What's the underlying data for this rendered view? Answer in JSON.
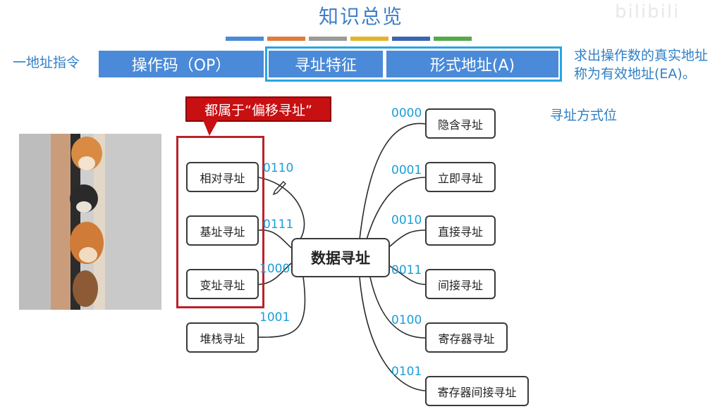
{
  "title": "知识总览",
  "watermark": "bilibili",
  "color_bar": [
    "#4a8ad8",
    "#e07b3a",
    "#9a9a9a",
    "#e3b52c",
    "#3a66b0",
    "#57a84a"
  ],
  "instruction": {
    "label": "一地址指令",
    "fields": [
      "操作码（OP）",
      "寻址特征",
      "形式地址(A)"
    ]
  },
  "right_note": {
    "line1": "求出操作数的真实地址",
    "line2": "称为有效地址(EA)。"
  },
  "addressing_bits_label": "寻址方式位",
  "callout": "都属于“偏移寻址”",
  "center_node": "数据寻址",
  "left_modes": [
    {
      "label": "相对寻址",
      "code": "0110"
    },
    {
      "label": "基址寻址",
      "code": "0111"
    },
    {
      "label": "变址寻址",
      "code": "1000"
    },
    {
      "label": "堆栈寻址",
      "code": "1001"
    }
  ],
  "right_modes": [
    {
      "label": "隐含寻址",
      "code": "0000"
    },
    {
      "label": "立即寻址",
      "code": "0001"
    },
    {
      "label": "直接寻址",
      "code": "0010"
    },
    {
      "label": "间接寻址",
      "code": "0011"
    },
    {
      "label": "寄存器寻址",
      "code": "0100"
    },
    {
      "label": "寄存器间接寻址",
      "code": "0101"
    }
  ],
  "colors": {
    "accent": "#3f7fc8",
    "field_fill": "#4a8ad8",
    "highlight": "#28a5df",
    "callout": "#c80f12",
    "code": "#1a9ed8"
  }
}
